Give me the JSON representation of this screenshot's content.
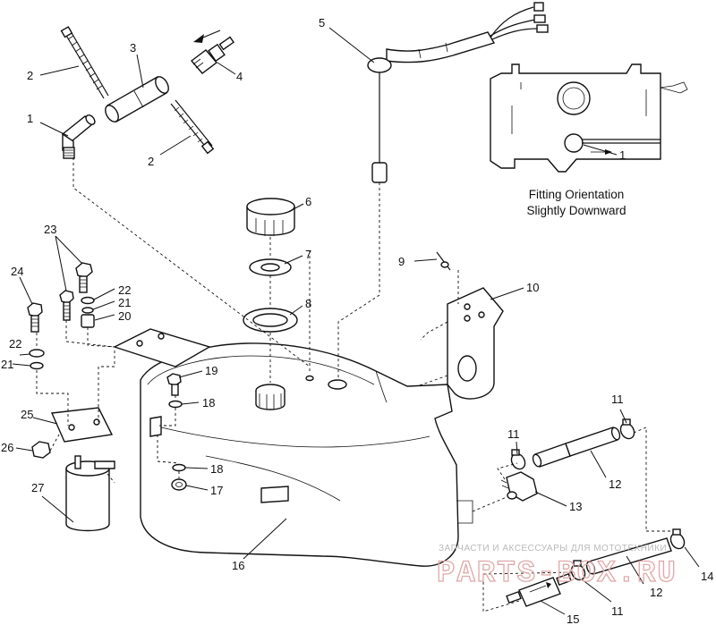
{
  "callouts": {
    "c1": "1",
    "c1b": "1",
    "c2": "2",
    "c2b": "2",
    "c3": "3",
    "c4": "4",
    "c5": "5",
    "c6": "6",
    "c7": "7",
    "c8": "8",
    "c9": "9",
    "c10": "10",
    "c11a": "11",
    "c11b": "11",
    "c11c": "11",
    "c12a": "12",
    "c12b": "12",
    "c13": "13",
    "c14": "14",
    "c15": "15",
    "c16": "16",
    "c17": "17",
    "c18a": "18",
    "c18b": "18",
    "c19": "19",
    "c20": "20",
    "c21a": "21",
    "c21b": "21",
    "c22a": "22",
    "c22b": "22",
    "c23": "23",
    "c24": "24",
    "c25": "25",
    "c26": "26",
    "c27": "27"
  },
  "note": {
    "line1": "Fitting Orientation",
    "line2": "Slightly Downward"
  },
  "watermark": {
    "top": "ЗАПЧАСТИ И АКСЕССУАРЫ ДЛЯ МОТОТЕХНИКИ",
    "brand": "PARTS-BOX.RU"
  }
}
